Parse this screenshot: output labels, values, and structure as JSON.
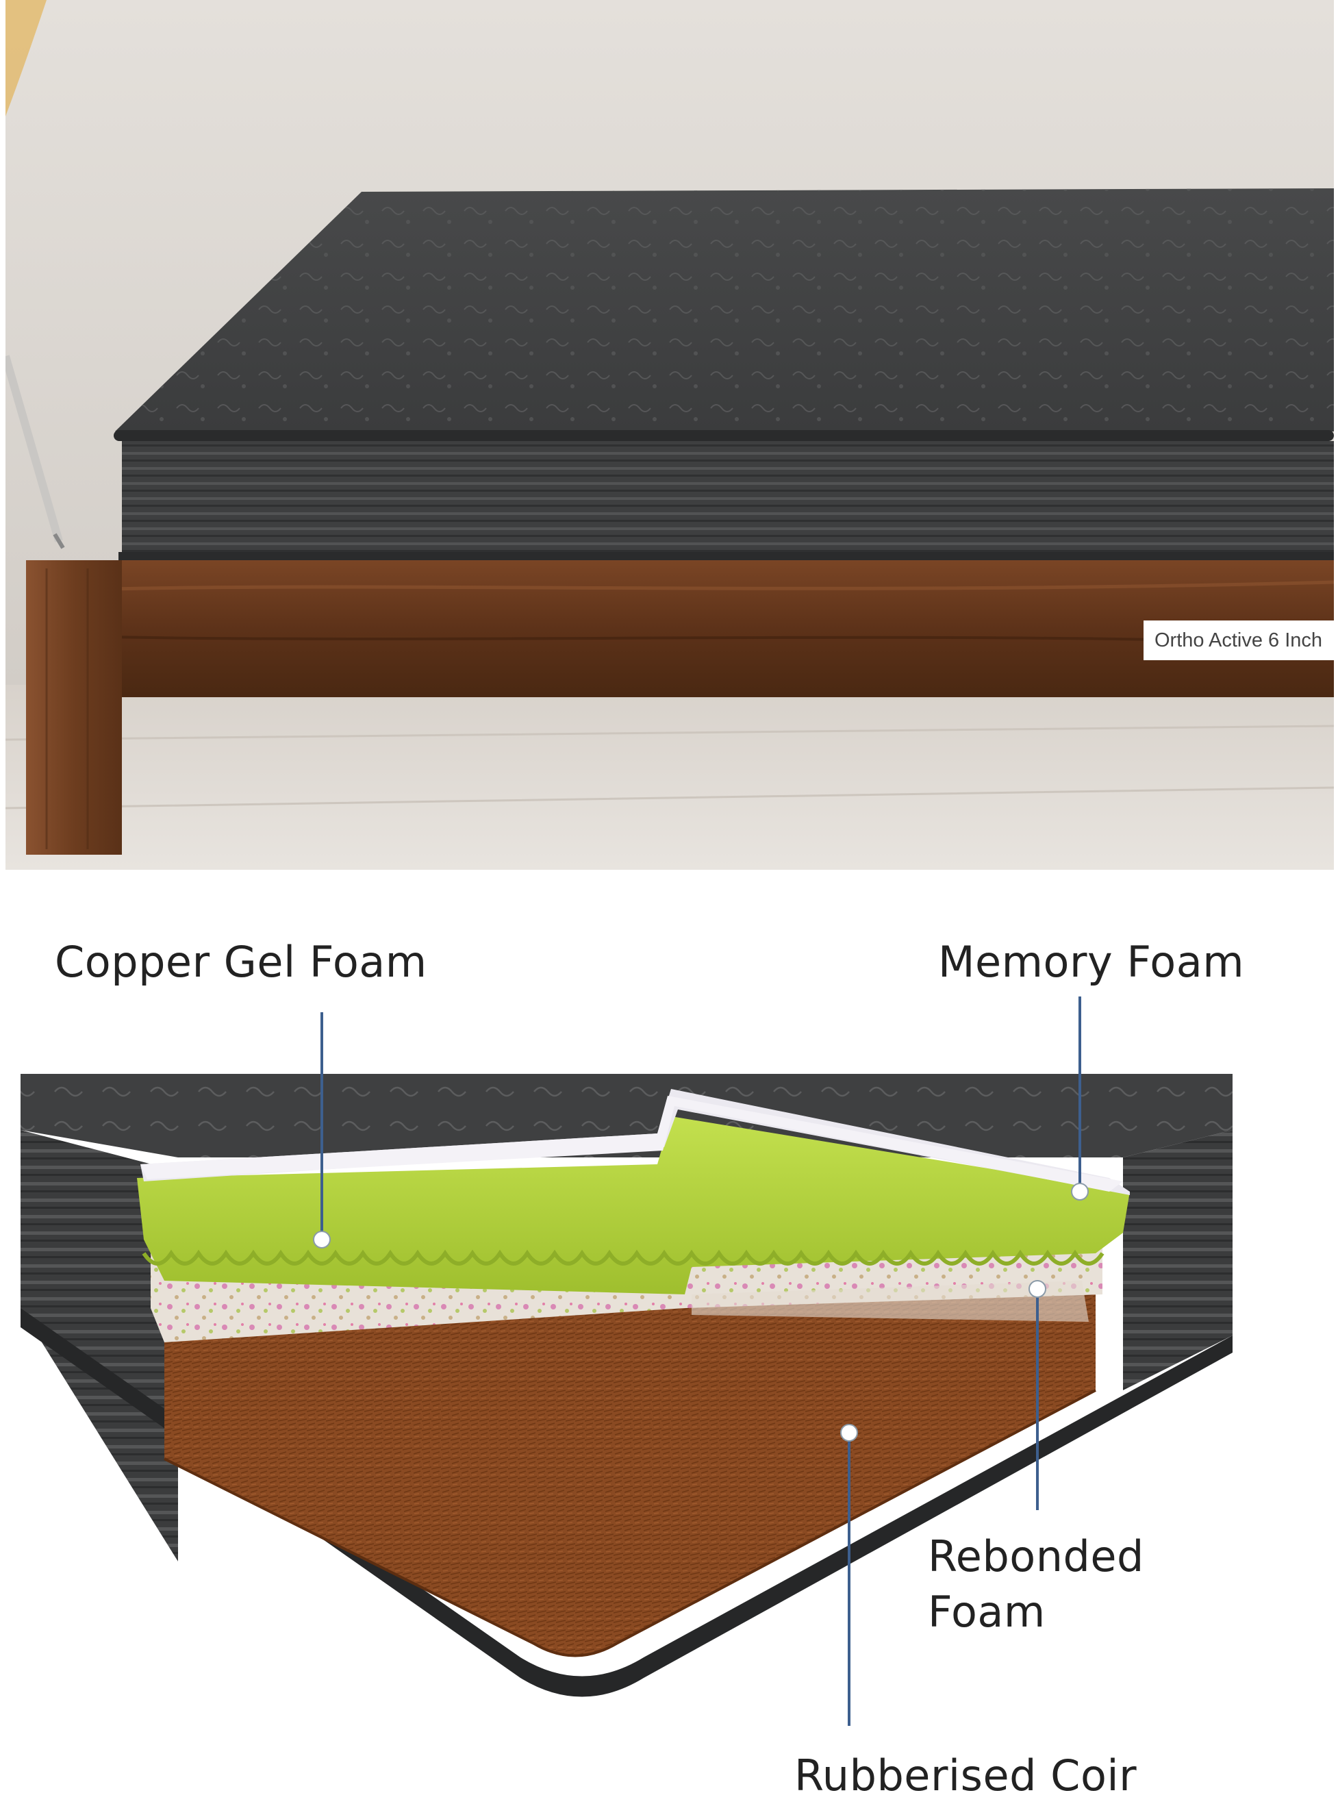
{
  "photo": {
    "caption": "Ortho Active 6 Inch"
  },
  "diagram": {
    "labels": {
      "copper_gel_foam": "Copper Gel Foam",
      "memory_foam": "Memory Foam",
      "rebonded_foam_line1": "Rebonded",
      "rebonded_foam_line2": "Foam",
      "rubberised_coir": "Rubberised Coir"
    }
  },
  "colors": {
    "mattress_fabric": "#3a3b3c",
    "wood_frame": "#6b3b1f",
    "copper_gel": "#b7d844",
    "memory_foam": "#e8e6ee",
    "coir": "#8a4a22",
    "leader_line": "#3d5f8e"
  }
}
